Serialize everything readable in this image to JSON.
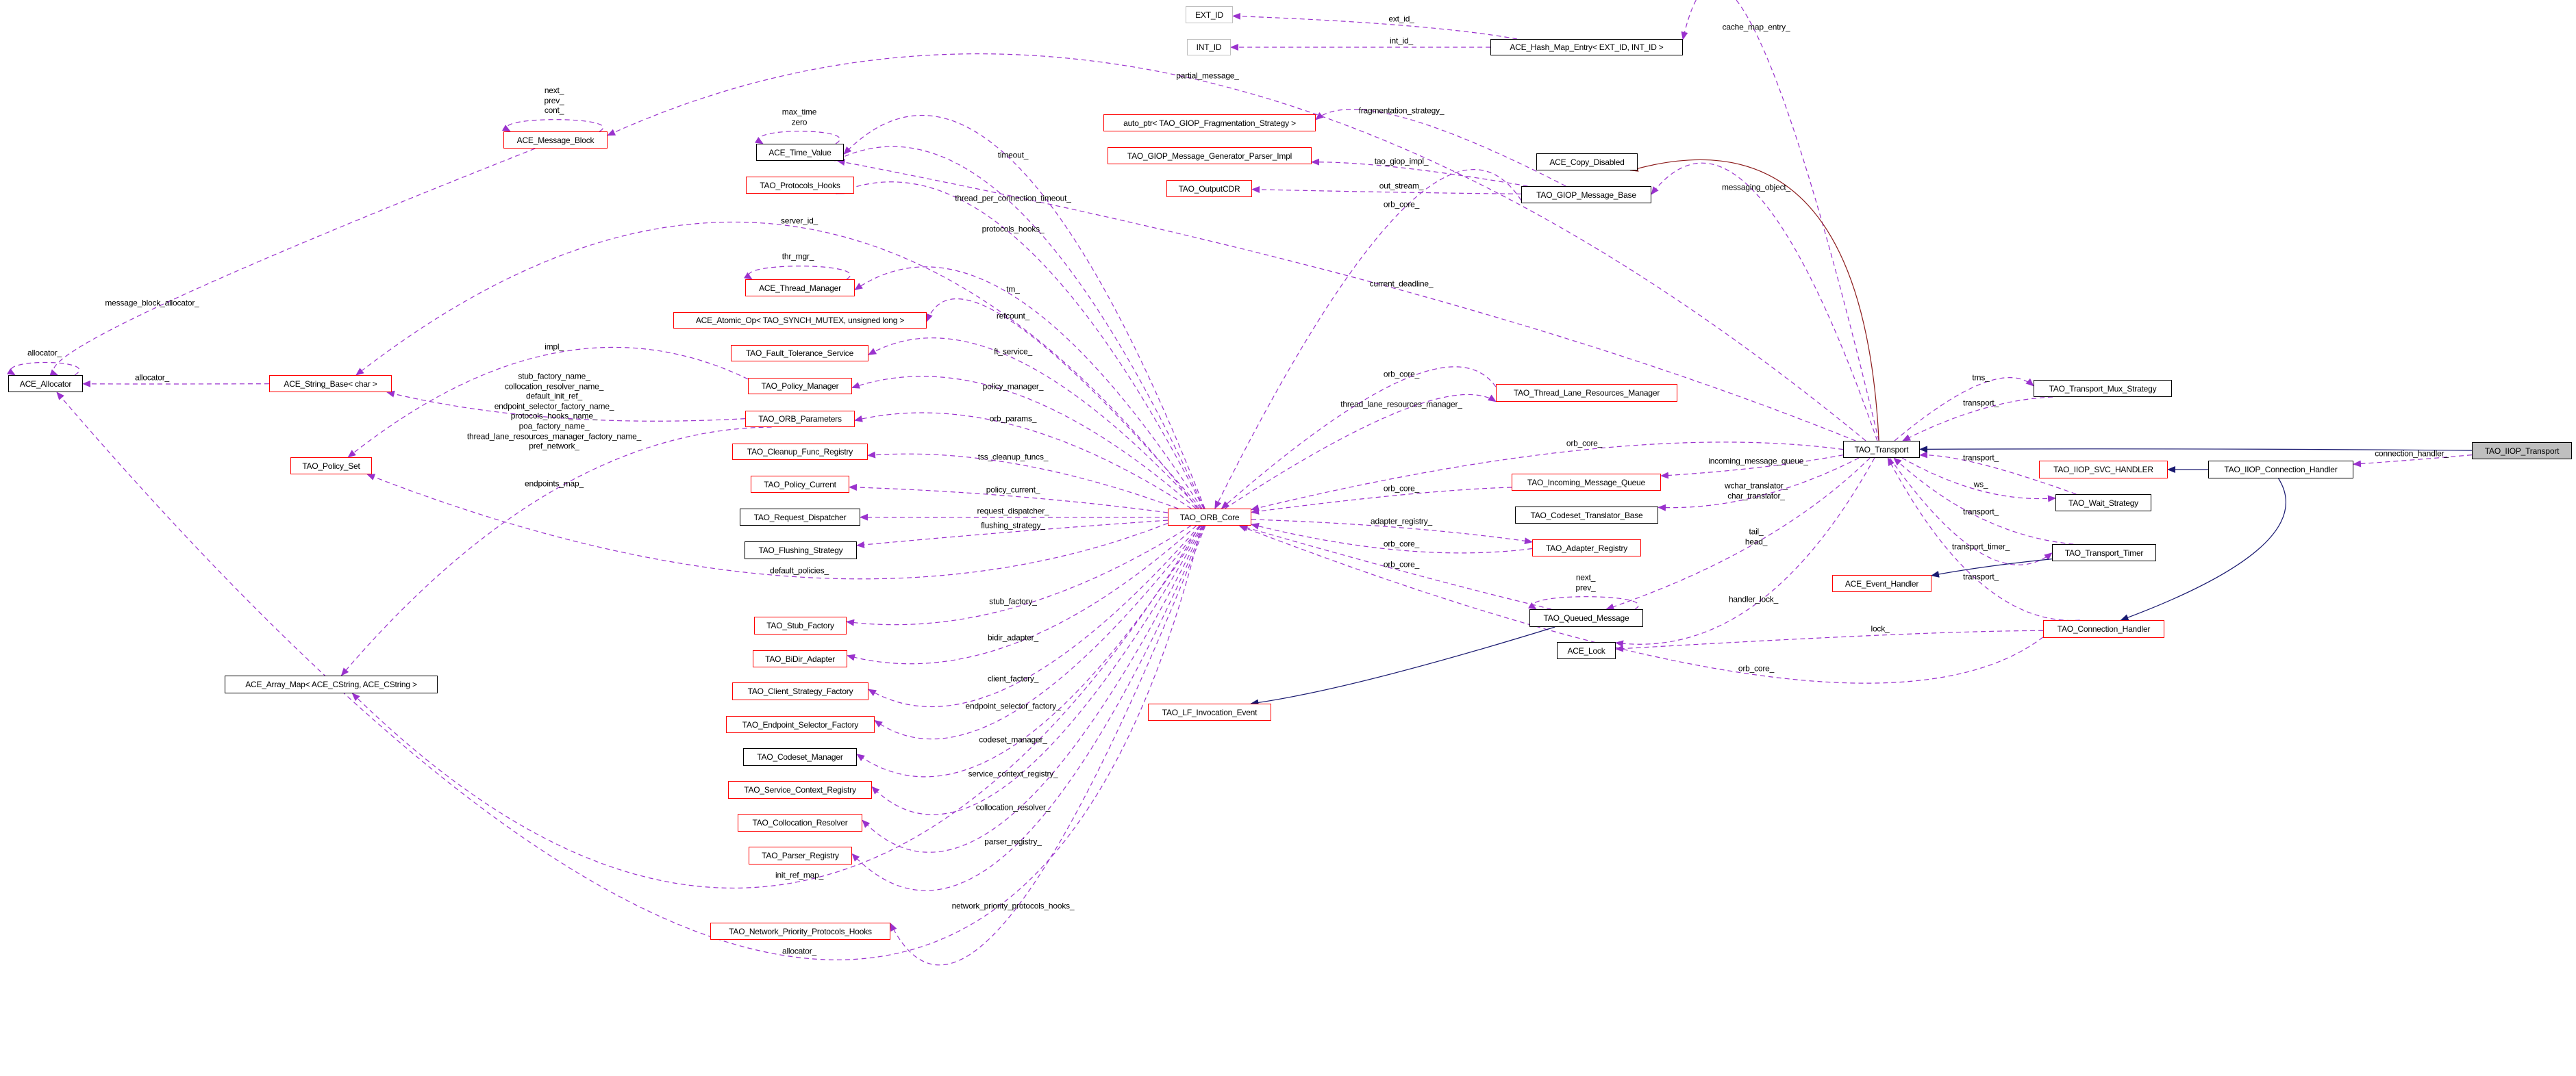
{
  "title": "TAO_IIOP_Transport collaboration graph",
  "colors": {
    "usage_edge": "#9a32cd",
    "inherit_edge": "#191970",
    "template_edge": "#8b1a1a",
    "node_red": "#ff0000",
    "node_black": "#000000",
    "focus_fill": "#bfbfbf"
  },
  "nodes": [
    {
      "id": "alloc",
      "label": "ACE_Allocator",
      "style": "black"
    },
    {
      "id": "strbase",
      "label": "ACE_String_Base< char >",
      "style": "red"
    },
    {
      "id": "msgblock",
      "label": "ACE_Message_Block",
      "style": "red"
    },
    {
      "id": "timeval",
      "label": "ACE_Time_Value",
      "style": "black"
    },
    {
      "id": "prothooks",
      "label": "TAO_Protocols_Hooks",
      "style": "red"
    },
    {
      "id": "thrmgr",
      "label": "ACE_Thread_Manager",
      "style": "red"
    },
    {
      "id": "atomic",
      "label": "ACE_Atomic_Op< TAO_SYNCH_MUTEX, unsigned long >",
      "style": "red"
    },
    {
      "id": "ft",
      "label": "TAO_Fault_Tolerance_Service",
      "style": "red"
    },
    {
      "id": "polmgr",
      "label": "TAO_Policy_Manager",
      "style": "red"
    },
    {
      "id": "orbparams",
      "label": "TAO_ORB_Parameters",
      "style": "red"
    },
    {
      "id": "cleanup",
      "label": "TAO_Cleanup_Func_Registry",
      "style": "red"
    },
    {
      "id": "polcur",
      "label": "TAO_Policy_Current",
      "style": "red"
    },
    {
      "id": "reqdisp",
      "label": "TAO_Request_Dispatcher",
      "style": "black"
    },
    {
      "id": "flush",
      "label": "TAO_Flushing_Strategy",
      "style": "black"
    },
    {
      "id": "polset",
      "label": "TAO_Policy_Set",
      "style": "red"
    },
    {
      "id": "stub",
      "label": "TAO_Stub_Factory",
      "style": "red"
    },
    {
      "id": "bidir",
      "label": "TAO_BiDir_Adapter",
      "style": "red"
    },
    {
      "id": "clientsf",
      "label": "TAO_Client_Strategy_Factory",
      "style": "red"
    },
    {
      "id": "endpoint",
      "label": "TAO_Endpoint_Selector_Factory",
      "style": "red"
    },
    {
      "id": "codesetmgr",
      "label": "TAO_Codeset_Manager",
      "style": "black"
    },
    {
      "id": "svcctx",
      "label": "TAO_Service_Context_Registry",
      "style": "red"
    },
    {
      "id": "colloc",
      "label": "TAO_Collocation_Resolver",
      "style": "red"
    },
    {
      "id": "parser",
      "label": "TAO_Parser_Registry",
      "style": "red"
    },
    {
      "id": "netprio",
      "label": "TAO_Network_Priority_Protocols_Hooks",
      "style": "red"
    },
    {
      "id": "arraymap",
      "label": "ACE_Array_Map< ACE_CString, ACE_CString >",
      "style": "black"
    },
    {
      "id": "extid",
      "label": "EXT_ID",
      "style": "gray"
    },
    {
      "id": "intid",
      "label": "INT_ID",
      "style": "gray"
    },
    {
      "id": "hashmap",
      "label": "ACE_Hash_Map_Entry< EXT_ID, INT_ID >",
      "style": "black"
    },
    {
      "id": "autoptr",
      "label": "auto_ptr< TAO_GIOP_Fragmentation_Strategy >",
      "style": "red"
    },
    {
      "id": "genparser",
      "label": "TAO_GIOP_Message_Generator_Parser_Impl",
      "style": "red"
    },
    {
      "id": "copydis",
      "label": "ACE_Copy_Disabled",
      "style": "black"
    },
    {
      "id": "outcdr",
      "label": "TAO_OutputCDR",
      "style": "red"
    },
    {
      "id": "giopbase",
      "label": "TAO_GIOP_Message_Base",
      "style": "black"
    },
    {
      "id": "tlrm",
      "label": "TAO_Thread_Lane_Resources_Manager",
      "style": "red"
    },
    {
      "id": "imq",
      "label": "TAO_Incoming_Message_Queue",
      "style": "red"
    },
    {
      "id": "orbcore",
      "label": "TAO_ORB_Core",
      "style": "red"
    },
    {
      "id": "cstrans",
      "label": "TAO_Codeset_Translator_Base",
      "style": "black"
    },
    {
      "id": "adapter",
      "label": "TAO_Adapter_Registry",
      "style": "red"
    },
    {
      "id": "queued",
      "label": "TAO_Queued_Message",
      "style": "black"
    },
    {
      "id": "acelock",
      "label": "ACE_Lock",
      "style": "black"
    },
    {
      "id": "lfinv",
      "label": "TAO_LF_Invocation_Event",
      "style": "red"
    },
    {
      "id": "transport",
      "label": "TAO_Transport",
      "style": "black"
    },
    {
      "id": "mux",
      "label": "TAO_Transport_Mux_Strategy",
      "style": "black"
    },
    {
      "id": "iiopt",
      "label": "TAO_IIOP_Transport",
      "style": "focus"
    },
    {
      "id": "svch",
      "label": "TAO_IIOP_SVC_HANDLER",
      "style": "red"
    },
    {
      "id": "iiopch",
      "label": "TAO_IIOP_Connection_Handler",
      "style": "black"
    },
    {
      "id": "wait",
      "label": "TAO_Wait_Strategy",
      "style": "black"
    },
    {
      "id": "timer",
      "label": "TAO_Transport_Timer",
      "style": "black"
    },
    {
      "id": "evh",
      "label": "ACE_Event_Handler",
      "style": "red"
    },
    {
      "id": "connh",
      "label": "TAO_Connection_Handler",
      "style": "red"
    }
  ],
  "edges": [
    {
      "from": "alloc",
      "to": "alloc",
      "label": "allocator_",
      "kind": "usage"
    },
    {
      "from": "msgblock",
      "to": "alloc",
      "label": "message_block_allocator_",
      "kind": "usage"
    },
    {
      "from": "msgblock",
      "to": "msgblock",
      "label": "next_\nprev_\ncont_",
      "kind": "usage"
    },
    {
      "from": "strbase",
      "to": "alloc",
      "label": "allocator_",
      "kind": "usage"
    },
    {
      "from": "transport",
      "to": "msgblock",
      "label": "partial_message_",
      "kind": "usage"
    },
    {
      "from": "timeval",
      "to": "timeval",
      "label": "max_time\nzero",
      "kind": "usage"
    },
    {
      "from": "orbcore",
      "to": "timeval",
      "label": "timeout_",
      "kind": "usage"
    },
    {
      "from": "orbcore",
      "to": "timeval",
      "label": "thread_per_connection_timeout_",
      "kind": "usage"
    },
    {
      "from": "transport",
      "to": "timeval",
      "label": "current_deadline_",
      "kind": "usage"
    },
    {
      "from": "orbcore",
      "to": "prothooks",
      "label": "protocols_hooks_",
      "kind": "usage"
    },
    {
      "from": "orbcore",
      "to": "strbase",
      "label": "server_id_",
      "kind": "usage"
    },
    {
      "from": "thrmgr",
      "to": "thrmgr",
      "label": "thr_mgr_",
      "kind": "usage"
    },
    {
      "from": "orbcore",
      "to": "thrmgr",
      "label": "tm_",
      "kind": "usage"
    },
    {
      "from": "orbcore",
      "to": "atomic",
      "label": "refcount_",
      "kind": "usage"
    },
    {
      "from": "orbcore",
      "to": "ft",
      "label": "ft_service_",
      "kind": "usage"
    },
    {
      "from": "orbcore",
      "to": "polmgr",
      "label": "policy_manager_",
      "kind": "usage"
    },
    {
      "from": "orbcore",
      "to": "orbparams",
      "label": "orb_params_",
      "kind": "usage"
    },
    {
      "from": "orbcore",
      "to": "cleanup",
      "label": "tss_cleanup_funcs_",
      "kind": "usage"
    },
    {
      "from": "orbcore",
      "to": "polcur",
      "label": "policy_current_",
      "kind": "usage"
    },
    {
      "from": "orbcore",
      "to": "reqdisp",
      "label": "request_dispatcher_",
      "kind": "usage"
    },
    {
      "from": "orbcore",
      "to": "flush",
      "label": "flushing_strategy_",
      "kind": "usage"
    },
    {
      "from": "orbcore",
      "to": "polset",
      "label": "default_policies_",
      "kind": "usage"
    },
    {
      "from": "polmgr",
      "to": "polset",
      "label": "impl_",
      "kind": "usage"
    },
    {
      "from": "orbparams",
      "to": "strbase",
      "label": "stub_factory_name_\ncollocation_resolver_name_\ndefault_init_ref_\nendpoint_selector_factory_name_\nprotocols_hooks_name_\npoa_factory_name_\nthread_lane_resources_manager_factory_name_\npref_network_",
      "kind": "usage"
    },
    {
      "from": "orbparams",
      "to": "arraymap",
      "label": "endpoints_map_",
      "kind": "usage"
    },
    {
      "from": "orbcore",
      "to": "arraymap",
      "label": "init_ref_map_",
      "kind": "usage"
    },
    {
      "from": "orbcore",
      "to": "alloc",
      "label": "allocator_",
      "kind": "usage"
    },
    {
      "from": "orbcore",
      "to": "stub",
      "label": "stub_factory_",
      "kind": "usage"
    },
    {
      "from": "orbcore",
      "to": "bidir",
      "label": "bidir_adapter_",
      "kind": "usage"
    },
    {
      "from": "orbcore",
      "to": "clientsf",
      "label": "client_factory_",
      "kind": "usage"
    },
    {
      "from": "orbcore",
      "to": "endpoint",
      "label": "endpoint_selector_factory_",
      "kind": "usage"
    },
    {
      "from": "orbcore",
      "to": "codesetmgr",
      "label": "codeset_manager_",
      "kind": "usage"
    },
    {
      "from": "orbcore",
      "to": "svcctx",
      "label": "service_context_registry_",
      "kind": "usage"
    },
    {
      "from": "orbcore",
      "to": "colloc",
      "label": "collocation_resolver_",
      "kind": "usage"
    },
    {
      "from": "orbcore",
      "to": "parser",
      "label": "parser_registry_",
      "kind": "usage"
    },
    {
      "from": "orbcore",
      "to": "netprio",
      "label": "network_priority_protocols_hooks_",
      "kind": "usage"
    },
    {
      "from": "hashmap",
      "to": "extid",
      "label": "ext_id_",
      "kind": "usage"
    },
    {
      "from": "hashmap",
      "to": "intid",
      "label": "int_id_",
      "kind": "usage"
    },
    {
      "from": "transport",
      "to": "hashmap",
      "label": "cache_map_entry_",
      "kind": "usage"
    },
    {
      "from": "giopbase",
      "to": "autoptr",
      "label": "fragmentation_strategy_",
      "kind": "usage"
    },
    {
      "from": "giopbase",
      "to": "genparser",
      "label": "tao_giop_impl_",
      "kind": "usage"
    },
    {
      "from": "giopbase",
      "to": "outcdr",
      "label": "out_stream_",
      "kind": "usage"
    },
    {
      "from": "giopbase",
      "to": "orbcore",
      "label": "orb_core_",
      "kind": "usage"
    },
    {
      "from": "transport",
      "to": "giopbase",
      "label": "messaging_object_",
      "kind": "usage"
    },
    {
      "from": "transport",
      "to": "copydis",
      "label": "",
      "kind": "template"
    },
    {
      "from": "tlrm",
      "to": "orbcore",
      "label": "orb_core_",
      "kind": "usage"
    },
    {
      "from": "orbcore",
      "to": "tlrm",
      "label": "thread_lane_resources_manager_",
      "kind": "usage"
    },
    {
      "from": "transport",
      "to": "orbcore",
      "label": "orb_core_",
      "kind": "usage"
    },
    {
      "from": "transport",
      "to": "imq",
      "label": "incoming_message_queue_",
      "kind": "usage"
    },
    {
      "from": "imq",
      "to": "orbcore",
      "label": "orb_core_",
      "kind": "usage"
    },
    {
      "from": "transport",
      "to": "cstrans",
      "label": "wchar_translator_\nchar_translator_",
      "kind": "usage"
    },
    {
      "from": "orbcore",
      "to": "adapter",
      "label": "adapter_registry_",
      "kind": "usage"
    },
    {
      "from": "adapter",
      "to": "orbcore",
      "label": "orb_core_",
      "kind": "usage"
    },
    {
      "from": "queued",
      "to": "orbcore",
      "label": "orb_core_",
      "kind": "usage"
    },
    {
      "from": "queued",
      "to": "queued",
      "label": "next_\nprev_",
      "kind": "usage"
    },
    {
      "from": "transport",
      "to": "queued",
      "label": "tail_\nhead_",
      "kind": "usage"
    },
    {
      "from": "transport",
      "to": "acelock",
      "label": "handler_lock_",
      "kind": "usage"
    },
    {
      "from": "connh",
      "to": "acelock",
      "label": "lock_",
      "kind": "usage"
    },
    {
      "from": "connh",
      "to": "orbcore",
      "label": "orb_core_",
      "kind": "usage"
    },
    {
      "from": "queued",
      "to": "lfinv",
      "label": "",
      "kind": "inherit"
    },
    {
      "from": "transport",
      "to": "mux",
      "label": "tms_",
      "kind": "usage"
    },
    {
      "from": "mux",
      "to": "transport",
      "label": "transport_",
      "kind": "usage"
    },
    {
      "from": "wait",
      "to": "transport",
      "label": "transport_",
      "kind": "usage"
    },
    {
      "from": "transport",
      "to": "wait",
      "label": "ws_",
      "kind": "usage"
    },
    {
      "from": "timer",
      "to": "transport",
      "label": "transport_",
      "kind": "usage"
    },
    {
      "from": "transport",
      "to": "timer",
      "label": "transport_timer_",
      "kind": "usage"
    },
    {
      "from": "timer",
      "to": "evh",
      "label": "",
      "kind": "inherit"
    },
    {
      "from": "connh",
      "to": "transport",
      "label": "transport_",
      "kind": "usage"
    },
    {
      "from": "iiopch",
      "to": "connh",
      "label": "",
      "kind": "inherit"
    },
    {
      "from": "iiopch",
      "to": "svch",
      "label": "",
      "kind": "inherit"
    },
    {
      "from": "iiopt",
      "to": "transport",
      "label": "",
      "kind": "inherit"
    },
    {
      "from": "iiopt",
      "to": "iiopch",
      "label": "connection_handler_",
      "kind": "usage"
    }
  ]
}
